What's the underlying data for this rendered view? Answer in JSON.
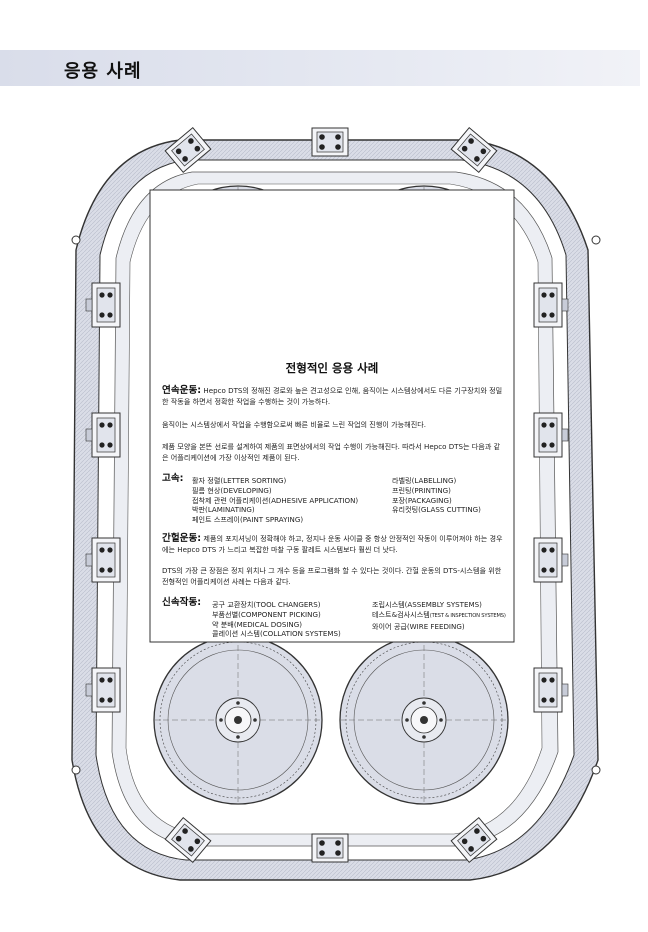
{
  "header": {
    "title": "응용 사례"
  },
  "panel": {
    "title": "전형적인 응용 사례",
    "continuous": {
      "lead": "연속운동:",
      "text": " Hepco DTS의 정해진 경로와 높은 견고성으로 인해, 움직이는 시스템상에서도 다른 기구장치와 정밀한 작동을 하면서 정확한 작업을 수행하는 것이 가능하다.",
      "para2": "움직이는 시스템상에서 작업을 수행함으로써 빠른 비율로 느린 작업의 진행이 가능해진다.",
      "para3": "제품 모양을 본뜬 선로를 설계하여 제품의 표면상에서의 작업 수행이 가능해진다. 따라서 Hepco DTS는 다음과 같은 어플리케이션에 가장 이상적인 제품이 된다."
    },
    "high_speed": {
      "lead": "고속:",
      "left_items": [
        "활자 정렬(LETTER SORTING)",
        "필름 현상(DEVELOPING)",
        "접착제 관련 어플리케이션(ADHESIVE APPLICATION)",
        "박판(LAMINATING)",
        "페인트 스프레이(PAINT SPRAYING)"
      ],
      "right_items": [
        "라벨링(LABELLING)",
        "프린팅(PRINTING)",
        "포장(PACKAGING)",
        "유리컷팅(GLASS CUTTING)"
      ]
    },
    "intermittent": {
      "lead": "간헐운동:",
      "text": " 제품의 포지셔닝이 정확해야 하고, 정지나 운동 사이클 중 항상 안정적인 작동이 이루어져야 하는 경우에는 Hepco DTS 가 느리고 복잡한 마찰 구동 팔레트 시스템보다 훨씬 더 낫다.",
      "para2": "DTS의 가장 큰 장점은 정지 위치나 그 개수 등을 프로그램화 할 수 있다는 것이다. 간헐 운동의 DTS-시스템을 위한 전형적인 어플리케이션 사례는 다음과 같다."
    },
    "fast_action": {
      "lead": "신속작동:",
      "left_items": [
        "공구 교환장치(TOOL CHANGERS)",
        "부품선별(COMPONENT PICKING)",
        "약 분배(MEDICAL DOSING)",
        "콜레이션 시스템(COLLATION SYSTEMS)"
      ],
      "right_items": [
        "조립시스템(ASSEMBLY SYSTEMS)",
        "테스트&검사시스템",
        "와이어 공급(WIRE FEEDING)"
      ],
      "right_item2_small": "(TEST & INSPECTION SYSTEMS)"
    }
  },
  "colors": {
    "header_band": "#dde1ec",
    "drawing_fill": "#dadde7",
    "drawing_line": "#3a3a3a"
  }
}
